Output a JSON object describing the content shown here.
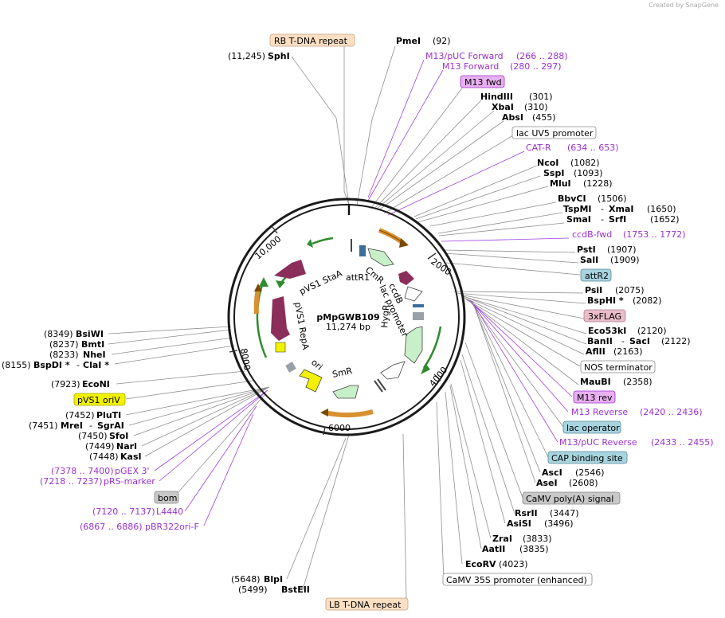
{
  "credit": "Created by SnapGene",
  "plasmid": {
    "name": "pMpGWB109",
    "size": "11,274 bp"
  },
  "ticks": [
    "2000",
    "4000",
    "6000",
    "8000",
    "10,000"
  ],
  "features": {
    "cmr": "CmR",
    "attr1": "attR1",
    "ccdb": "ccdB",
    "lac_promoter": "lac promoter",
    "hygr": "HygR",
    "smr": "SmR",
    "ori": "ori",
    "pvs1_repa": "pVS1 RepA",
    "pvs1_stab": "pVS1 StaA"
  },
  "labels": {
    "rb": "RB T-DNA repeat",
    "sphi_pos": "(11,245)",
    "sphi": "SphI",
    "pmei": "PmeI",
    "pmei_pos": "(92)",
    "m13puc_fwd": "M13/pUC Forward",
    "m13puc_fwd_pos": "(266 .. 288)",
    "m13_forward": "M13 Forward",
    "m13_forward_pos": "(280 .. 297)",
    "m13_fwd": "M13 fwd",
    "hindiii": "HindIII",
    "hindiii_pos": "(301)",
    "xbai": "XbaI",
    "xbai_pos": "(310)",
    "absi": "AbsI",
    "absi_pos": "(455)",
    "lacuv5": "lac UV5 promoter",
    "catr": "CAT-R",
    "catr_pos": "(634 .. 653)",
    "ncoi": "NcoI",
    "ncoi_pos": "(1082)",
    "sphi2": "SspI",
    "sspi_pos": "(1093)",
    "mlui": "MluI",
    "mlui_pos": "(1228)",
    "bbvci": "BbvCI",
    "bbvci_pos": "(1506)",
    "tspmi": "TspMI",
    "xmai": "XmaI",
    "xmai_pos": "(1650)",
    "smai": "SmaI",
    "srfi": "SrfI",
    "srfi_pos": "(1652)",
    "ccdbfwd": "ccdB-fwd",
    "ccdbfwd_pos": "(1753 .. 1772)",
    "psti": "PstI",
    "psti_pos": "(1907)",
    "sali": "SalI",
    "sali_pos": "(1909)",
    "attr2": "attR2",
    "psii": "PsiI",
    "psii_pos": "(2075)",
    "bsphi": "BspHI *",
    "bsphi_pos": "(2082)",
    "flag": "3xFLAG",
    "eco53ki": "Eco53kI",
    "eco53ki_pos": "(2120)",
    "banii": "BanII",
    "saci": "SacI",
    "saci_pos": "(2122)",
    "aflii": "AflII",
    "aflii_pos": "(2163)",
    "nos": "NOS terminator",
    "maubi": "MauBI",
    "maubi_pos": "(2358)",
    "m13rev": "M13 rev",
    "m13reverse": "M13 Reverse",
    "m13reverse_pos": "(2420 .. 2436)",
    "lacop": "lac operator",
    "m13pucrev": "M13/pUC Reverse",
    "m13pucrev_pos": "(2433 .. 2455)",
    "cap": "CAP binding site",
    "asci": "AscI",
    "asci_pos": "(2546)",
    "asei": "AseI",
    "asei_pos": "(2608)",
    "camvpolya": "CaMV poly(A) signal",
    "rsrii": "RsrII",
    "rsrii_pos": "(3447)",
    "asisi": "AsiSI",
    "asisi_pos": "(3496)",
    "zrai": "ZraI",
    "zrai_pos": "(3833)",
    "aatii": "AatII",
    "aatii_pos": "(3835)",
    "ecorv": "EcoRV",
    "ecorv_pos": "(4023)",
    "camv35s": "CaMV 35S promoter (enhanced)",
    "lb": "LB T-DNA repeat",
    "blpi_pos": "(5648)",
    "blpi": "BlpI",
    "bsteii_pos": "(5499)",
    "bsteii": "BstEII",
    "pbr322_pos": "(6867 .. 6886)",
    "pbr322": "pBR322ori-F",
    "l4440_pos": "(7120 .. 7137)",
    "l4440": "L4440",
    "bom": "bom",
    "prs_pos": "(7218 .. 7237)",
    "prs": "pRS-marker",
    "pgex_pos": "(7378 .. 7400)",
    "pgex": "pGEX 3'",
    "kasi_pos": "(7448)",
    "kasi": "KasI",
    "nari_pos": "(7449)",
    "nari": "NarI",
    "sfoi_pos": "(7450)",
    "sfoi": "SfoI",
    "mrei_pos": "(7451)",
    "mrei": "MreI",
    "sgrai": "SgrAI",
    "pluti_pos": "(7452)",
    "pluti": "PluTI",
    "pvs1ori": "pVS1 oriV",
    "econi_pos": "(7923)",
    "econi": "EcoNI",
    "bspdi_pos": "(8155)",
    "bspdi": "BspDI *",
    "clai": "ClaI *",
    "nhei_pos": "(8233)",
    "nhei": "NheI",
    "bmti_pos": "(8237)",
    "bmti": "BmtI",
    "bsiwi_pos": "(8349)",
    "bsiwi": "BsiWI"
  },
  "colors": {
    "backbone": "#1a1a1a",
    "enzyme_line": "#8f8f8f",
    "primer": "#9b30d0",
    "promoter_box": "#ffffff",
    "tdna_box": "#fde0c4",
    "primer_box": "#e8b0f0",
    "misc_box": "#a8d4e0",
    "tag_box": "#e8bcc8",
    "ori_box": "#f2f200",
    "bom_box": "#c8c8c8",
    "arrow_green_light": "#c8f0c8",
    "arrow_green_line": "#2e8b2e",
    "arrow_purple": "#8b2f5a",
    "arrow_yellow": "#f2f200",
    "arrow_orange": "#d89030"
  }
}
